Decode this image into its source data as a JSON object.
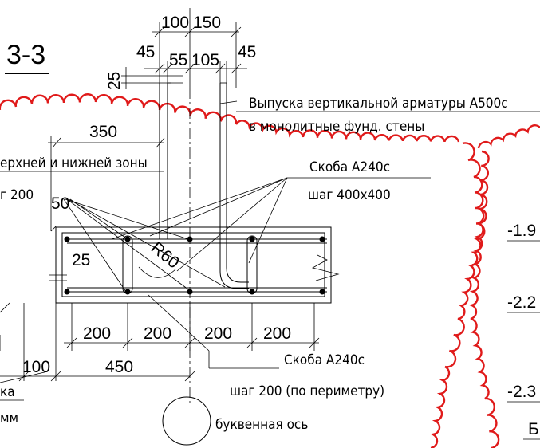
{
  "section_title": "3-3",
  "dims": {
    "top_100": "100",
    "top_150": "150",
    "d45_left": "45",
    "d55": "55",
    "d105": "105",
    "d45_right": "45",
    "d25_vertical": "25",
    "d350": "350",
    "d50": "50",
    "d25_inner": "25",
    "r60": "R60",
    "bottom_200_1": "200",
    "bottom_200_2": "200",
    "bottom_200_3": "200",
    "bottom_200_4": "200",
    "d100": "100",
    "d450": "450"
  },
  "notes": {
    "release_line1": "Выпуска вертикальной арматуры А500с",
    "release_line2": "в монолитные фунд. стены",
    "upper_lower_zone": "ерхней и нижней зоны",
    "step_200_left": "г 200",
    "bracket_top": "Скоба А240с",
    "bracket_top_step": "шаг 400х400",
    "bracket_bottom": "Скоба А240с",
    "bracket_bottom_step": "шаг 200 (по периметру)",
    "letter_axis": "буквенная ось",
    "left_ka": "ка",
    "left_mm": "мм"
  },
  "levels": {
    "l1": "-1.9",
    "l2": "-2.2",
    "l3": "-2.3",
    "l4": "Б"
  },
  "colors": {
    "line": "#000000",
    "revision_cloud": "#e01a1a"
  }
}
